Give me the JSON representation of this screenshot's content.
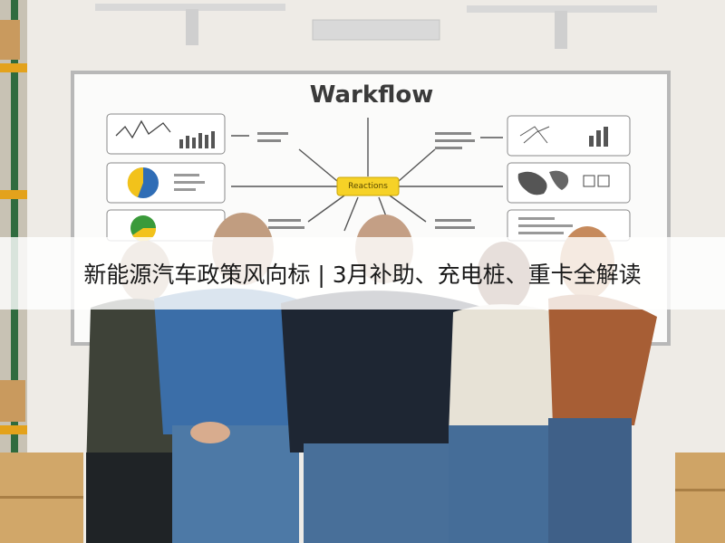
{
  "whiteboard": {
    "title": "Warkflow",
    "center_label": "Reactions"
  },
  "caption": {
    "text": "新能源汽车政策风向标 | 3月补助、充电桩、重卡全解读"
  }
}
